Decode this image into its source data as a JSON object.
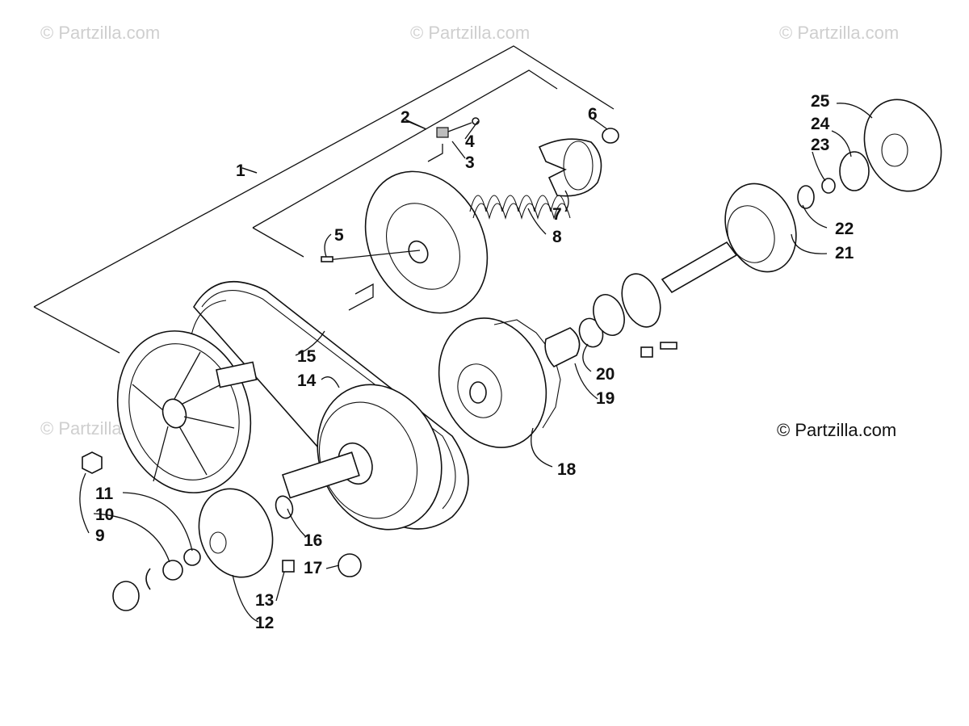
{
  "watermarks": [
    "© Partzilla.com",
    "© Partzilla.com",
    "© Partzilla.com",
    "© Partzilla.com"
  ],
  "copyright": "© Partzilla.com",
  "callouts": [
    "1",
    "2",
    "3",
    "4",
    "5",
    "6",
    "7",
    "8",
    "9",
    "10",
    "11",
    "12",
    "13",
    "14",
    "15",
    "16",
    "17",
    "18",
    "19",
    "20",
    "21",
    "22",
    "23",
    "24",
    "25"
  ]
}
